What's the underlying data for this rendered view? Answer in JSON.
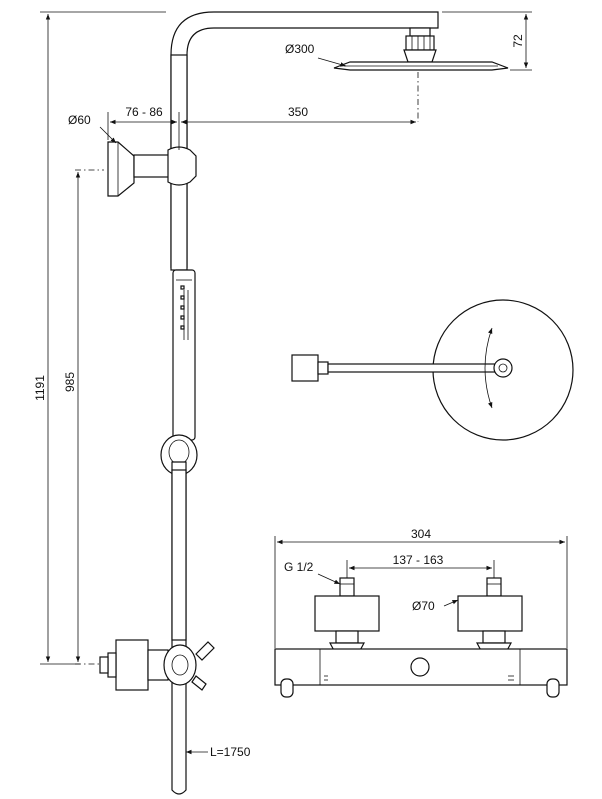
{
  "dimensions": {
    "head_diameter": "Ø300",
    "head_drop": "72",
    "wall_bracket_diameter": "Ø60",
    "bracket_offset": "76 - 86",
    "arm_reach": "350",
    "total_height": "1191",
    "bracket_height": "985",
    "hose_length": "L=1750",
    "valve_width": "304",
    "inlet_thread": "G 1/2",
    "inlet_centres": "137 - 163",
    "wall_cover_diameter": "Ø70"
  }
}
